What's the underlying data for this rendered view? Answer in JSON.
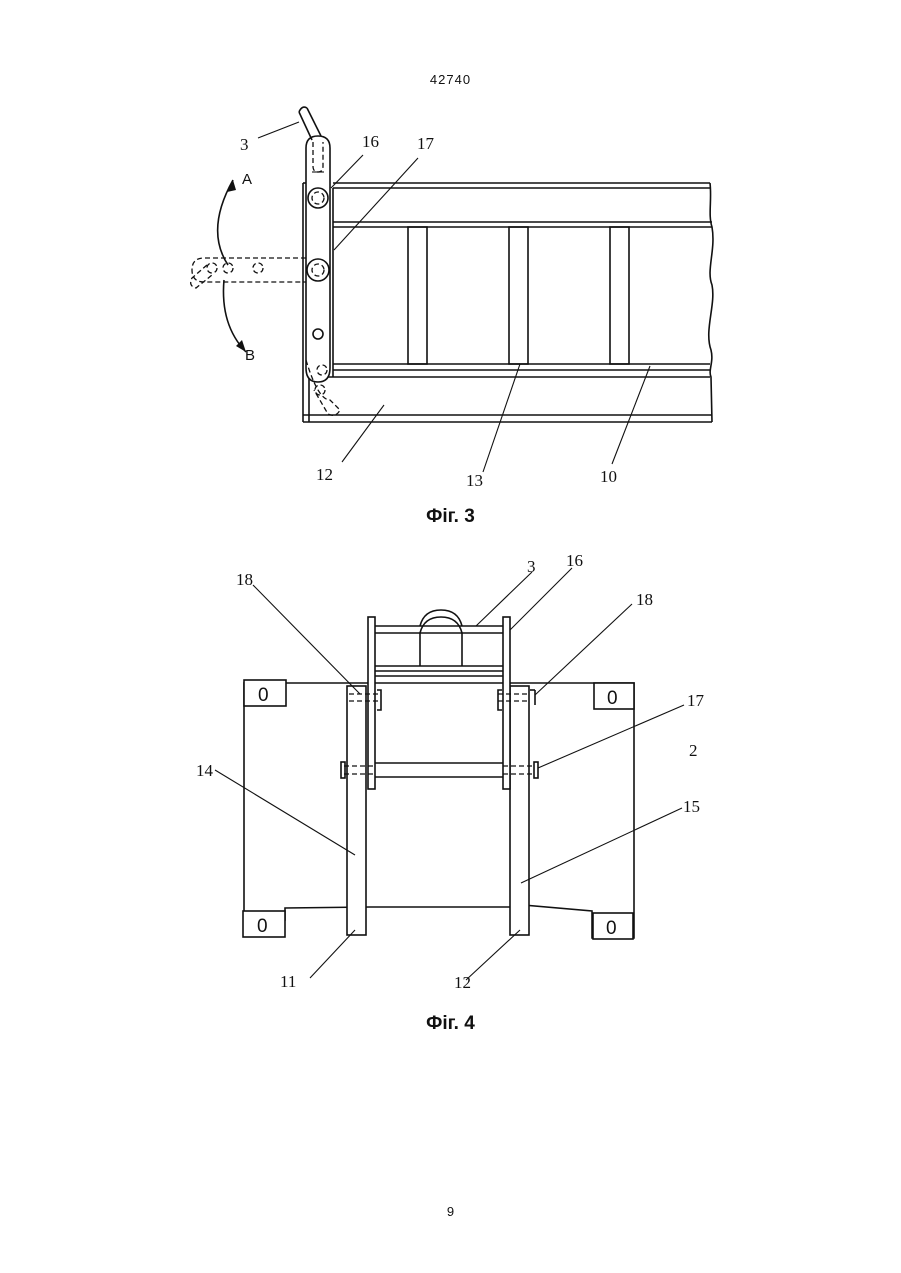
{
  "header": {
    "doc_number": "42740"
  },
  "footer": {
    "page_number": "9"
  },
  "figure3": {
    "caption": "Фіг. 3",
    "labels": {
      "l3": "3",
      "l16": "16",
      "l17": "17",
      "A": "A",
      "B": "B",
      "l12": "12",
      "l13": "13",
      "l10": "10"
    }
  },
  "figure4": {
    "caption": "Фіг. 4",
    "labels": {
      "l3": "3",
      "l16": "16",
      "l18a": "18",
      "l18b": "18",
      "l17": "17",
      "l14": "14",
      "l2": "2",
      "l15": "15",
      "l11": "11",
      "l12": "12"
    },
    "corner_marks": [
      "0",
      "0",
      "0",
      "0"
    ]
  }
}
